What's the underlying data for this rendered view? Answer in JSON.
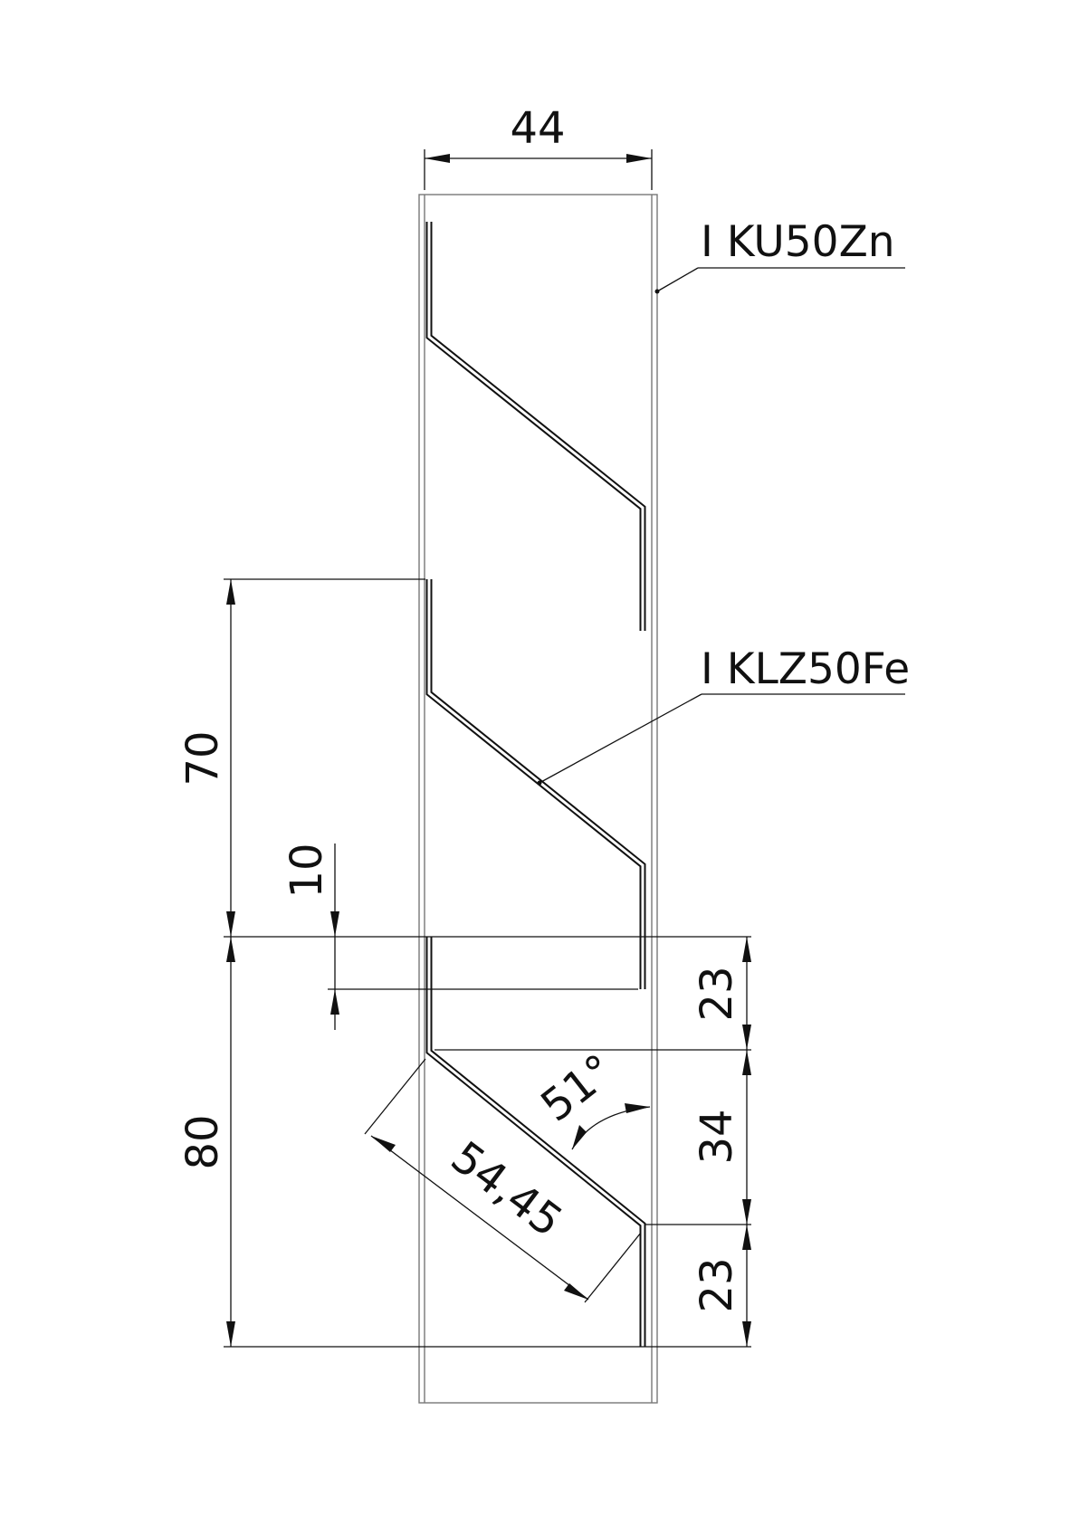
{
  "dimensions": {
    "width_top": "44",
    "height_upper": "70",
    "offset_small": "10",
    "height_lower": "80",
    "seg_top": "23",
    "seg_mid": "34",
    "seg_bottom": "23",
    "slant_length": "54,45",
    "angle": "51°"
  },
  "labels": {
    "frame": "I KU50Zn",
    "blade": "I KLZ50Fe"
  }
}
